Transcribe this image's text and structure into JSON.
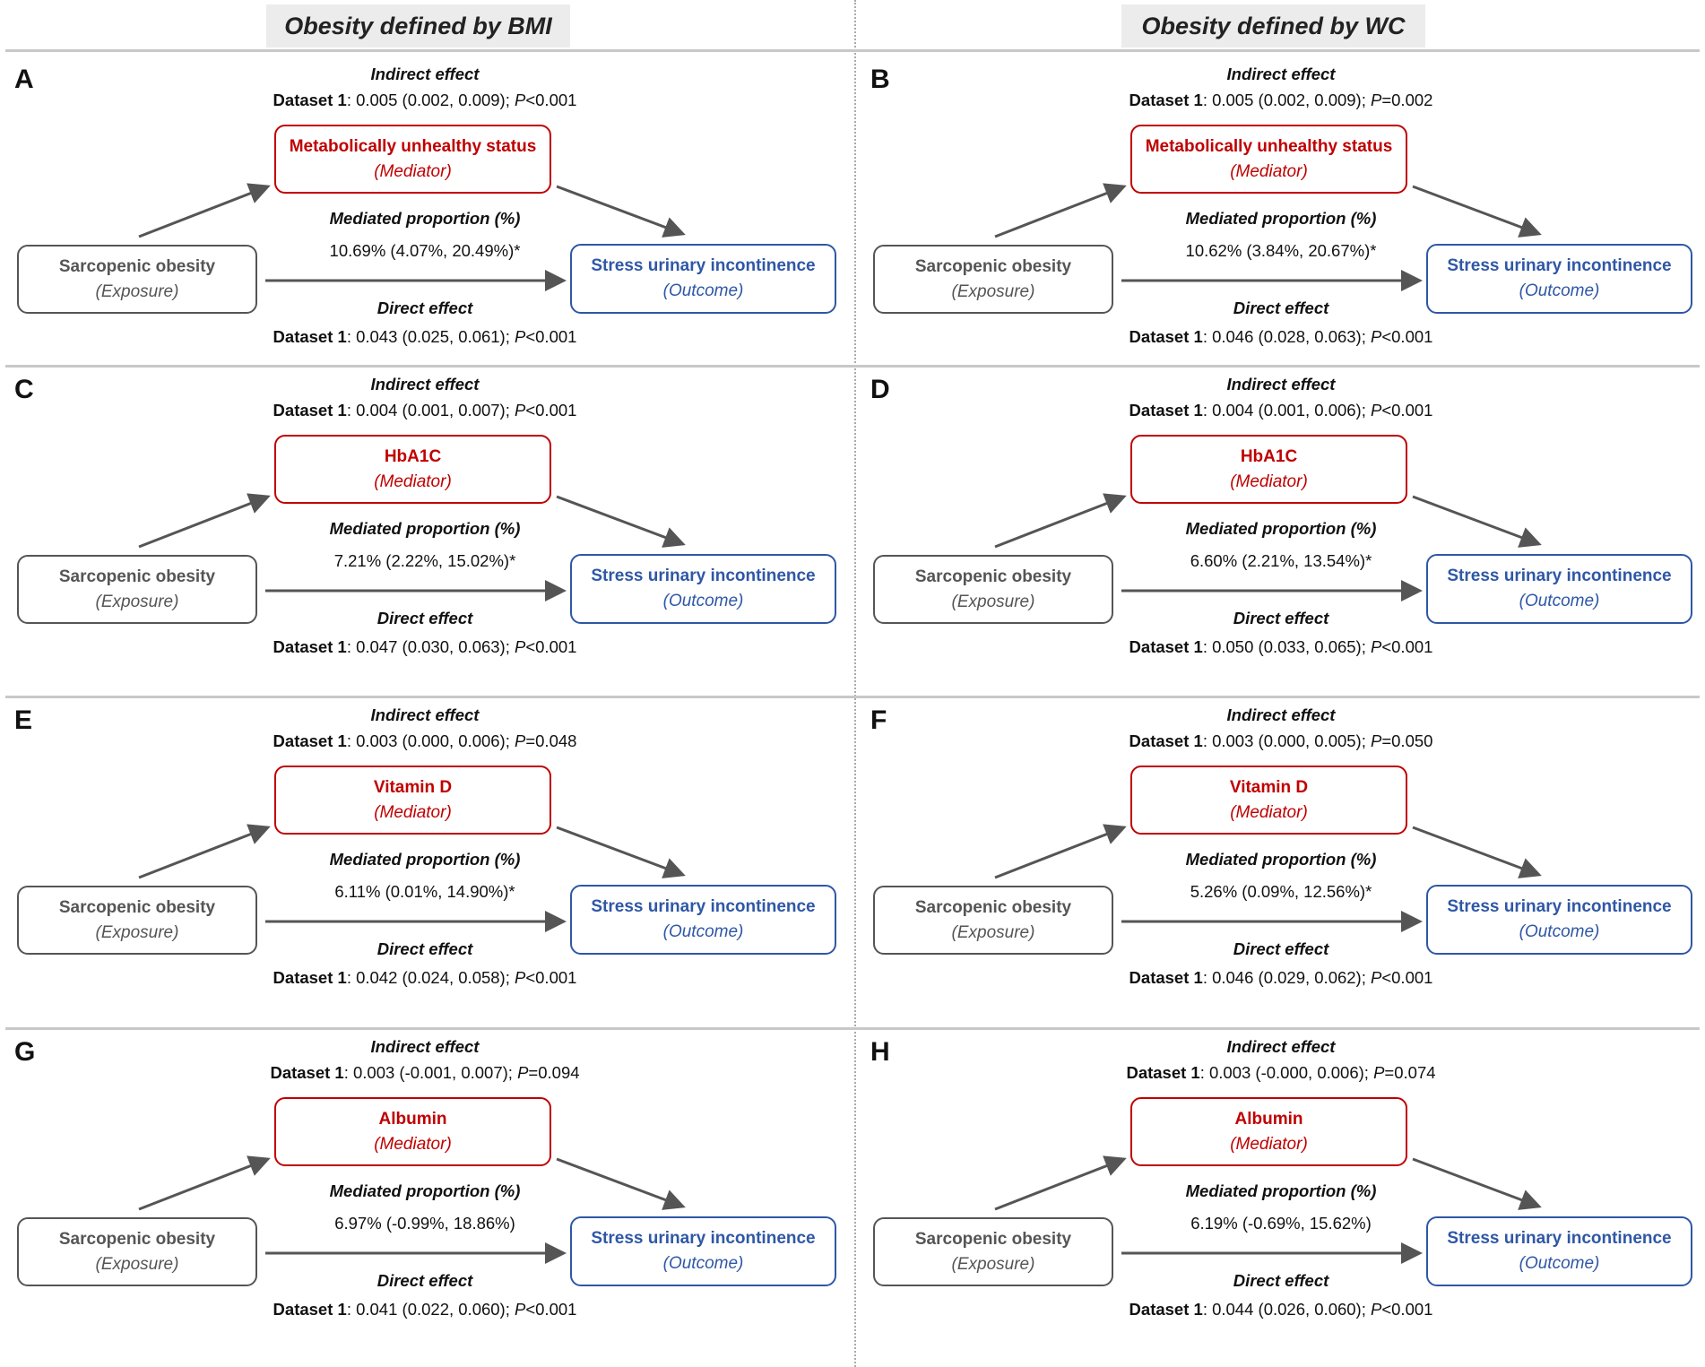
{
  "headers": {
    "left": "Obesity defined by BMI",
    "right": "Obesity defined by WC"
  },
  "common": {
    "indirect_title": "Indirect effect",
    "direct_title": "Direct effect",
    "mp_title": "Mediated proportion (%)",
    "dataset_label": "Dataset 1",
    "p_sym": "P",
    "exposure": "Sarcopenic obesity",
    "exposure_role": "(Exposure)",
    "outcome": "Stress urinary incontinence",
    "outcome_role": "(Outcome)",
    "mediator_role": "(Mediator)"
  },
  "colors": {
    "mediator": "#c00000",
    "outcome": "#2f57a6",
    "exposure": "#555555"
  },
  "panels": [
    {
      "letter": "A",
      "mediator": "Metabolically unhealthy status",
      "ind_est": ": 0.005 (0.002, 0.009); ",
      "ind_p": "<0.001",
      "mp": "10.69% (4.07%, 20.49%)*",
      "dir_est": ": 0.043 (0.025, 0.061); ",
      "dir_p": "<0.001"
    },
    {
      "letter": "B",
      "mediator": "Metabolically unhealthy status",
      "ind_est": ": 0.005 (0.002, 0.009); ",
      "ind_p": "=0.002",
      "mp": "10.62% (3.84%, 20.67%)*",
      "dir_est": ": 0.046 (0.028, 0.063); ",
      "dir_p": "<0.001"
    },
    {
      "letter": "C",
      "mediator": "HbA1C",
      "ind_est": ": 0.004 (0.001, 0.007); ",
      "ind_p": "<0.001",
      "mp": "7.21% (2.22%, 15.02%)*",
      "dir_est": ": 0.047 (0.030, 0.063); ",
      "dir_p": "<0.001"
    },
    {
      "letter": "D",
      "mediator": "HbA1C",
      "ind_est": ": 0.004 (0.001, 0.006); ",
      "ind_p": "<0.001",
      "mp": "6.60% (2.21%, 13.54%)*",
      "dir_est": ": 0.050 (0.033, 0.065); ",
      "dir_p": "<0.001"
    },
    {
      "letter": "E",
      "mediator": "Vitamin D",
      "ind_est": ": 0.003 (0.000, 0.006); ",
      "ind_p": "=0.048",
      "mp": "6.11% (0.01%, 14.90%)*",
      "dir_est": ": 0.042 (0.024, 0.058); ",
      "dir_p": "<0.001"
    },
    {
      "letter": "F",
      "mediator": "Vitamin D",
      "ind_est": ": 0.003 (0.000, 0.005); ",
      "ind_p": "=0.050",
      "mp": "5.26% (0.09%, 12.56%)*",
      "dir_est": ": 0.046 (0.029, 0.062); ",
      "dir_p": "<0.001"
    },
    {
      "letter": "G",
      "mediator": "Albumin",
      "ind_est": ": 0.003 (-0.001, 0.007); ",
      "ind_p": "=0.094",
      "mp": "6.97% (-0.99%, 18.86%)",
      "dir_est": ": 0.041 (0.022, 0.060); ",
      "dir_p": "<0.001"
    },
    {
      "letter": "H",
      "mediator": "Albumin",
      "ind_est": ": 0.003 (-0.000, 0.006); ",
      "ind_p": "=0.074",
      "mp": "6.19% (-0.69%, 15.62%)",
      "dir_est": ": 0.044 (0.026, 0.060); ",
      "dir_p": "<0.001"
    }
  ]
}
